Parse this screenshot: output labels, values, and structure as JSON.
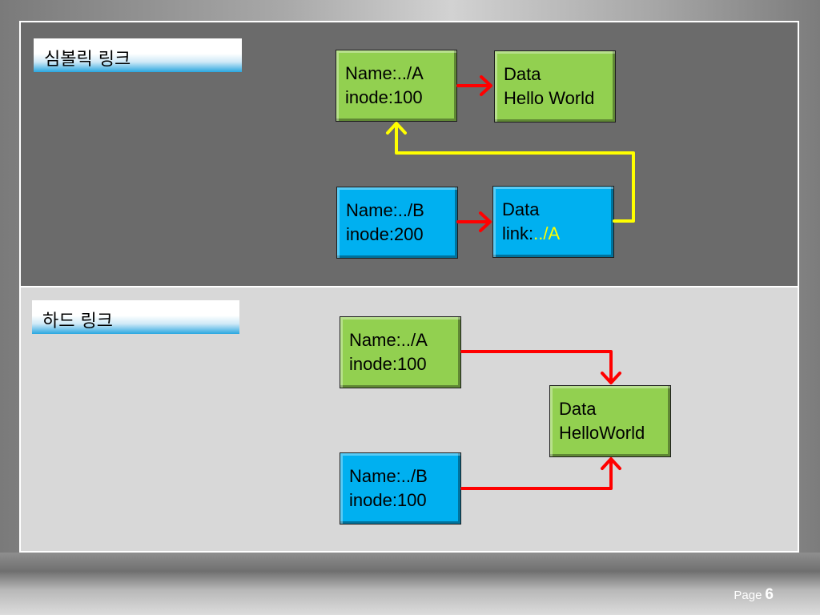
{
  "symbolic": {
    "title": "심볼릭 링크",
    "inode_a": {
      "line1": "Name:../A",
      "line2": "inode:100"
    },
    "data_a": {
      "line1": "Data",
      "line2": "Hello World"
    },
    "inode_b": {
      "line1": "Name:../B",
      "line2": "inode:200"
    },
    "data_b": {
      "line1": "Data",
      "link_prefix": "link:",
      "link_target": "../A"
    }
  },
  "hard": {
    "title": "하드 링크",
    "inode_a": {
      "line1": "Name:../A",
      "line2": "inode:100"
    },
    "inode_b": {
      "line1": "Name:../B",
      "line2": "inode:100"
    },
    "data": {
      "line1": "Data",
      "line2": "HelloWorld"
    }
  },
  "footer": {
    "page_label": "Page",
    "page_number": "6"
  },
  "colors": {
    "green_box": "#92d050",
    "blue_box": "#00b0f0",
    "red_arrow": "#ff0000",
    "yellow_link": "#ffff00",
    "top_panel": "#6b6b6b",
    "bottom_panel": "#d8d8d8"
  }
}
